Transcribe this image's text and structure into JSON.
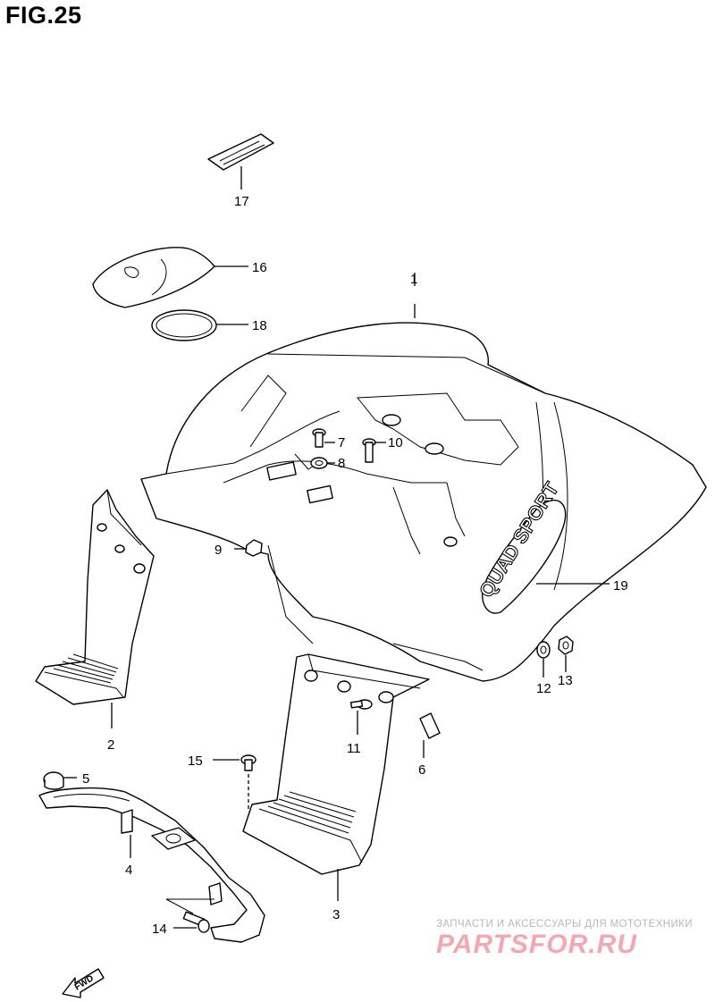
{
  "figure": {
    "title": "FIG.25"
  },
  "callouts": {
    "c1": "1",
    "c2": "2",
    "c3": "3",
    "c4": "4",
    "c5": "5",
    "c6": "6",
    "c7": "7",
    "c8": "8",
    "c9": "9",
    "c10": "10",
    "c11": "11",
    "c12": "12",
    "c13": "13",
    "c14": "14",
    "c15": "15",
    "c16": "16",
    "c17": "17",
    "c18": "18",
    "c19": "19"
  },
  "decal_text": "QUAD SPORT",
  "fwd_label": "FWD",
  "watermark": {
    "line1": "ЗАПЧАСТИ И АКСЕССУАРЫ ДЛЯ МОТОТЕХНИКИ",
    "line2": "PARTSFOR.RU"
  },
  "colors": {
    "line": "#000000",
    "background": "#ffffff",
    "watermark_gray": "#b8b8b8",
    "watermark_pink": "#f2a7b3"
  }
}
